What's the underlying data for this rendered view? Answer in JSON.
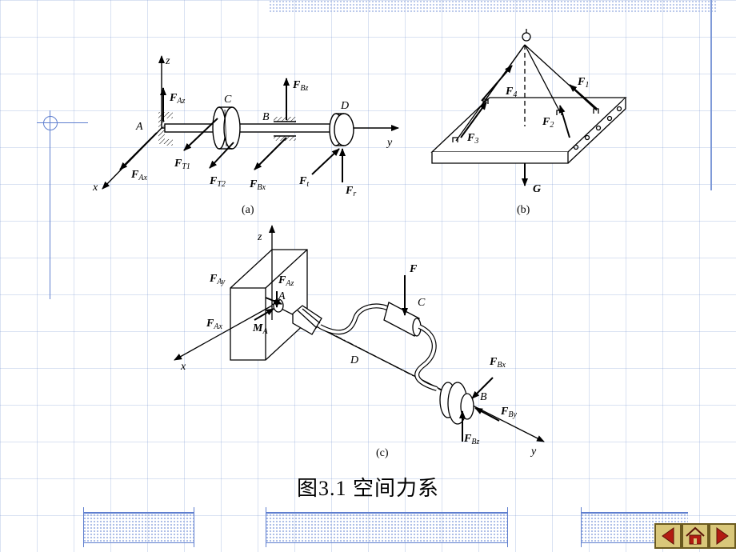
{
  "slide": {
    "caption": "图3.1   空间力系"
  },
  "figure_a": {
    "caption": "(a)",
    "axes": {
      "z": "z",
      "y": "y",
      "x": "x"
    },
    "points": {
      "A": "A",
      "B": "B",
      "C": "C",
      "D": "D"
    },
    "forces": {
      "FAz": {
        "main": "F",
        "sub": "Az"
      },
      "FAx": {
        "main": "F",
        "sub": "Ax"
      },
      "FBz": {
        "main": "F",
        "sub": "Bz"
      },
      "FBx": {
        "main": "F",
        "sub": "Bx"
      },
      "FT1": {
        "main": "F",
        "sub": "T1"
      },
      "FT2": {
        "main": "F",
        "sub": "T2"
      },
      "Ft": {
        "main": "F",
        "sub": "t"
      },
      "Fr": {
        "main": "F",
        "sub": "r"
      }
    }
  },
  "figure_b": {
    "caption": "(b)",
    "forces": {
      "F1": {
        "main": "F",
        "sub": "1"
      },
      "F2": {
        "main": "F",
        "sub": "2"
      },
      "F3": {
        "main": "F",
        "sub": "3"
      },
      "F4": {
        "main": "F",
        "sub": "4"
      },
      "G": {
        "main": "G",
        "sub": ""
      }
    }
  },
  "figure_c": {
    "caption": "(c)",
    "axes": {
      "z": "z",
      "x": "x",
      "y": "y"
    },
    "points": {
      "A": "A",
      "B": "B",
      "C": "C",
      "D": "D"
    },
    "forces": {
      "FAy": {
        "main": "F",
        "sub": "Ay"
      },
      "FAz": {
        "main": "F",
        "sub": "Az"
      },
      "FAx": {
        "main": "F",
        "sub": "Ax"
      },
      "MA": {
        "main": "M",
        "sub": "A"
      },
      "F": {
        "main": "F",
        "sub": ""
      },
      "FBx": {
        "main": "F",
        "sub": "Bx"
      },
      "FBy": {
        "main": "F",
        "sub": "By"
      },
      "FBz": {
        "main": "F",
        "sub": "Bz"
      }
    }
  },
  "nav": {
    "prev_icon": "triangle-left-icon",
    "home_icon": "home-icon",
    "next_icon": "triangle-right-icon"
  }
}
